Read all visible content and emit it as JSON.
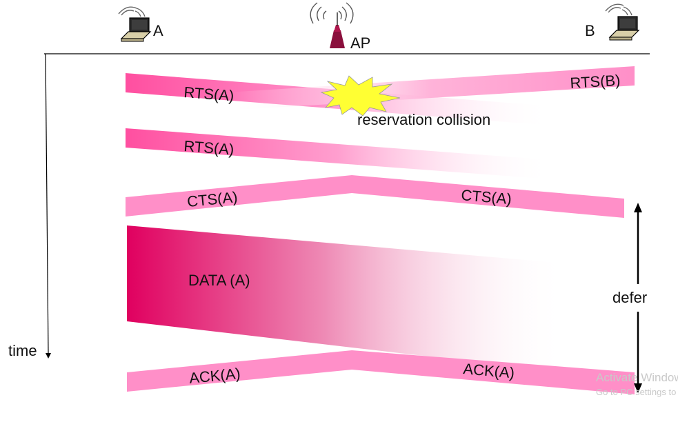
{
  "nodes": {
    "a": "A",
    "ap": "AP",
    "b": "B"
  },
  "time_label": "time",
  "messages": {
    "rts_a_1": "RTS(A)",
    "rts_b": "RTS(B)",
    "collision": "reservation collision",
    "rts_a_2": "RTS(A)",
    "cts_left": "CTS(A)",
    "cts_right": "CTS(A)",
    "data": "DATA (A)",
    "ack_left": "ACK(A)",
    "ack_right": "ACK(A)"
  },
  "defer_label": "defer",
  "watermark": {
    "line1": "Activate Windows",
    "line2": "Go to PC settings to activate Windows."
  },
  "colors": {
    "band": "#ff8fc8",
    "band_strong": "#ff4fa0",
    "data_strong": "#e0005f",
    "collision_burst": "#ffff33",
    "tower": "#8a0f3c"
  },
  "icons": {
    "station_a": "laptop-icon",
    "access_point": "antenna-tower-icon",
    "station_b": "laptop-icon",
    "collision": "starburst-icon"
  }
}
